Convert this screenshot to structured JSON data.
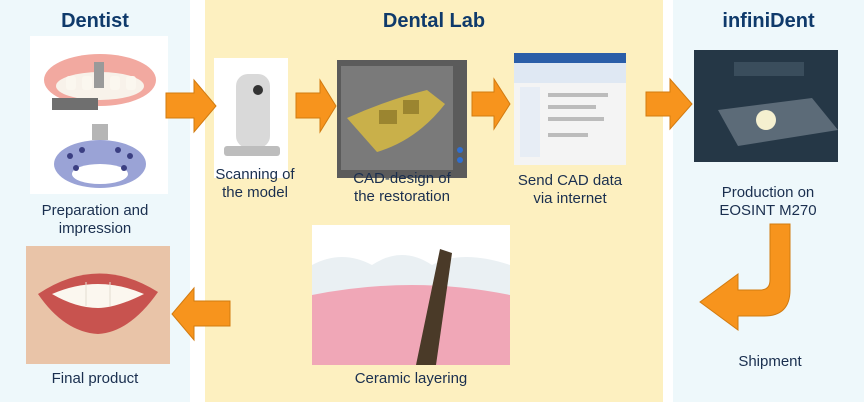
{
  "sections": {
    "dentist": "Dentist",
    "lab": "Dental Lab",
    "infinident": "infiniDent"
  },
  "captions": {
    "preparation": "Preparation and\nimpression",
    "final": "Final product",
    "scanning": "Scanning of\nthe model",
    "cad": "CAD-design of\nthe restoration",
    "send": "Send CAD data\nvia internet",
    "ceramic": "Ceramic layering",
    "production": "Production on\nEOSINT M270",
    "shipment": "Shipment"
  },
  "colors": {
    "arrow": "#f7941d",
    "title": "#0f3a6b",
    "side_panel": "#eef8fb",
    "middle_panel": "#fdf0c0"
  }
}
